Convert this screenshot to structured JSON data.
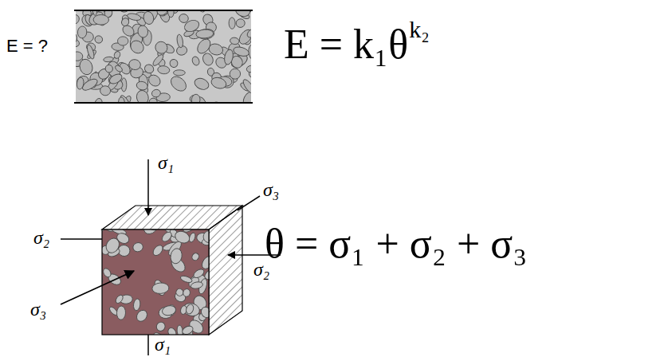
{
  "diagram": {
    "labels": [
      "E = ?",
      "E = k₁θ",
      "k₂",
      "σ₁",
      "σ₃",
      "σ₂",
      "σ₂",
      "σ₃",
      "σ₁",
      "θ = σ₁ + σ₂ + σ₃"
    ]
  }
}
